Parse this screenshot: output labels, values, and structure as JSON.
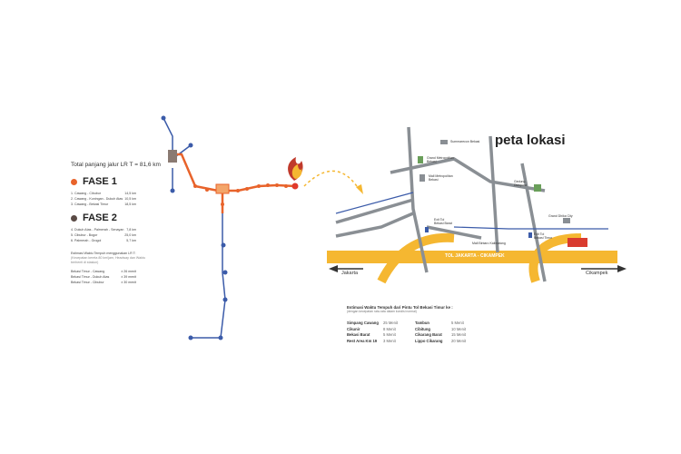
{
  "lrt": {
    "total": "Total panjang jalur LR T = 81,6 km",
    "fase1": {
      "title": "FASE 1",
      "color": "#e8632b",
      "rows": [
        {
          "route": "1. Cawang - Cibubur",
          "km": "14,5 km"
        },
        {
          "route": "2. Cawang - Kuningan - Dukuh Atas",
          "km": "10,5 km"
        },
        {
          "route": "3. Cawang - Bekasi Timur",
          "km": "18,5 km"
        }
      ]
    },
    "fase2": {
      "title": "FASE 2",
      "color": "#5a4a45",
      "rows": [
        {
          "route": "4. Dukuh Atas - Palmerah - Senayan",
          "km": "7,8 km"
        },
        {
          "route": "5. Cibubur - Bogor",
          "km": "25,0 km"
        },
        {
          "route": "6. Palmerah - Grogol",
          "km": "5,7 km"
        }
      ]
    },
    "estimasi": {
      "title": "Estimasi Waktu Tempuh menggunakan LR T:",
      "subtitle": "(Kecepatan kereta 80 km/jam, Headway dan Waktu berhenti di stasiun)",
      "rows": [
        {
          "route": "Bekasi Timur - Cawang",
          "time": "± 26 menit"
        },
        {
          "route": "Bekasi Timur - Dukuh Atas",
          "time": "± 39 menit"
        },
        {
          "route": "Bekasi Timur - Cibubur",
          "time": "± 30 menit"
        }
      ]
    }
  },
  "map": {
    "title": "peta lokasi",
    "toll_label": "TOL JAKARTA - CIKAMPEK",
    "left_label": "Jakarta",
    "right_label": "Cikampek",
    "places": {
      "summarecon": "Summarecon Bekasi",
      "grand_metropolitan": "Grand Metropolitan Bekasi",
      "mall_metropolitan": "Mall Metropolitan Bekasi",
      "gedung_diaspora": "Gedung Diaspora",
      "exit_bekasi_barat": "Exit Tol Bekasi Barat",
      "exit_bekasi_timur": "Exit Tol Bekasi Timur",
      "mall_kalimalang": "Mall Bintaro Kalimalang",
      "project": "Grand Dhika City"
    }
  },
  "estimasi_tol": {
    "title": "Estimasi Waktu Tempuh dari Pintu Tol Bekasi Timur ke :",
    "subtitle": "(dengan kecepatan rata-rata dalam kondisi normal)",
    "left": [
      {
        "name": "Simpang Cawang",
        "time": "25 Menit"
      },
      {
        "name": "Cikunir",
        "time": "8 Menit"
      },
      {
        "name": "Bekasi Barat",
        "time": "5 Menit"
      },
      {
        "name": "Rest Area Km 19",
        "time": "3 Menit"
      }
    ],
    "right": [
      {
        "name": "Tambun",
        "time": "5 Menit"
      },
      {
        "name": "Cibitung",
        "time": "10 Menit"
      },
      {
        "name": "Cikarang Barat",
        "time": "15 Menit"
      },
      {
        "name": "Lippo Cikarang",
        "time": "20 Menit"
      }
    ]
  },
  "colors": {
    "line_orange": "#e8632b",
    "line_blue": "#3b5ba9",
    "road_gray": "#8a8f94",
    "toll_yellow": "#f5b731",
    "water_blue": "#4a8fc9"
  }
}
